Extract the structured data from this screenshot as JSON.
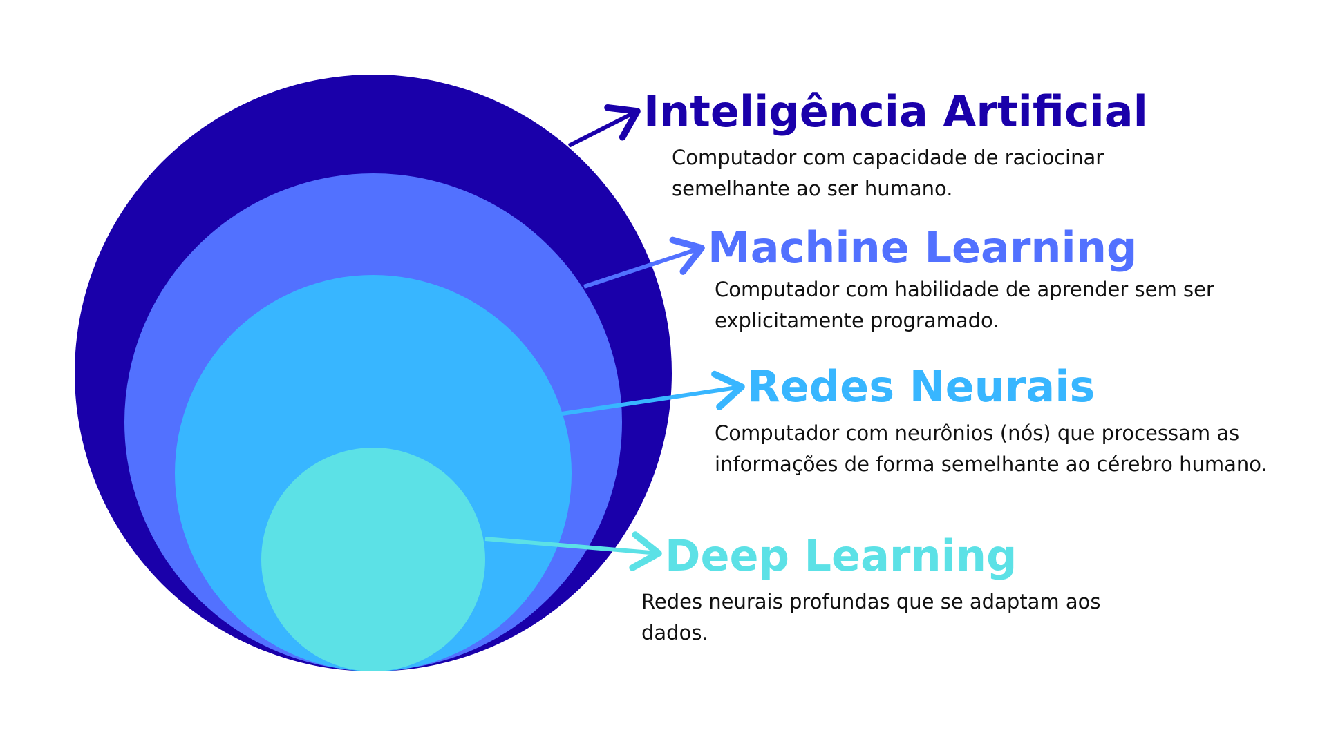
{
  "colors": {
    "ai": "#1a00aa",
    "ml": "#5271ff",
    "nn": "#38b6ff",
    "dl": "#5ce1e6",
    "text": "#111111"
  },
  "levels": [
    {
      "key": "ai",
      "title": "Inteligência Artificial",
      "description": "Computador com capacidade de raciocinar semelhante ao ser humano."
    },
    {
      "key": "ml",
      "title": "Machine Learning",
      "description": "Computador com habilidade de aprender sem ser explicitamente programado."
    },
    {
      "key": "nn",
      "title": "Redes Neurais",
      "description": "Computador com neurônios (nós) que processam as informações de forma semelhante ao cérebro humano."
    },
    {
      "key": "dl",
      "title": "Deep Learning",
      "description": "Redes neurais profundas que se adaptam aos dados."
    }
  ]
}
